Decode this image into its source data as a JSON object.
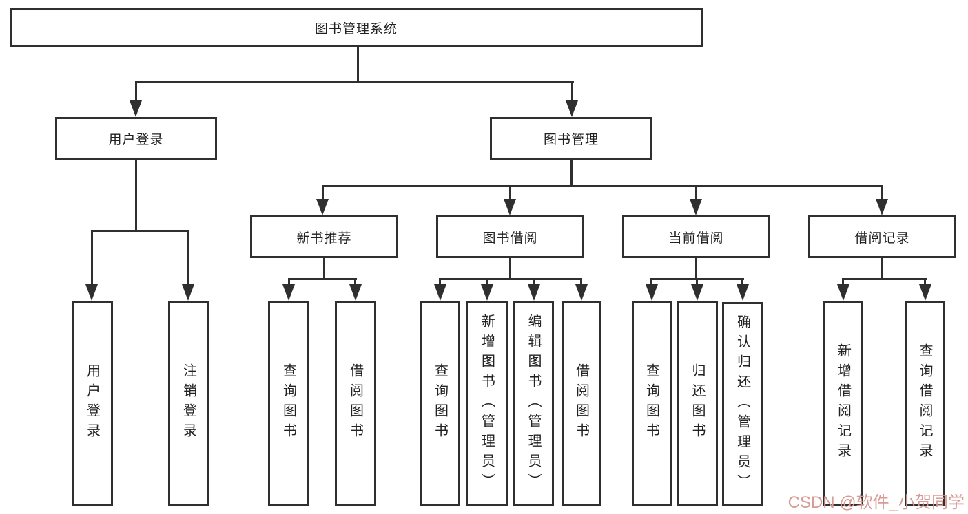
{
  "diagram": {
    "root": {
      "label": "图书管理系统"
    },
    "branches": [
      {
        "label": "用户登录",
        "children": [
          {
            "label": "用户登录"
          },
          {
            "label": "注销登录"
          }
        ]
      },
      {
        "label": "图书管理",
        "children": [
          {
            "label": "新书推荐",
            "children": [
              {
                "label": "查询图书"
              },
              {
                "label": "借阅图书"
              }
            ]
          },
          {
            "label": "图书借阅",
            "children": [
              {
                "label": "查询图书"
              },
              {
                "label": "新增图书（管理员）"
              },
              {
                "label": "编辑图书（管理员）"
              },
              {
                "label": "借阅图书"
              }
            ]
          },
          {
            "label": "当前借阅",
            "children": [
              {
                "label": "查询图书"
              },
              {
                "label": "归还图书"
              },
              {
                "label": "确认归还（管理员）"
              }
            ]
          },
          {
            "label": "借阅记录",
            "children": [
              {
                "label": "新增借阅记录"
              },
              {
                "label": "查询借阅记录"
              }
            ]
          }
        ]
      }
    ]
  },
  "watermark": {
    "text": "CSDN @软件_小贺同学",
    "color": "#d89b96"
  },
  "colors": {
    "line": "#2f2f2f",
    "box_background": "#ffffff",
    "text": "#222222"
  }
}
